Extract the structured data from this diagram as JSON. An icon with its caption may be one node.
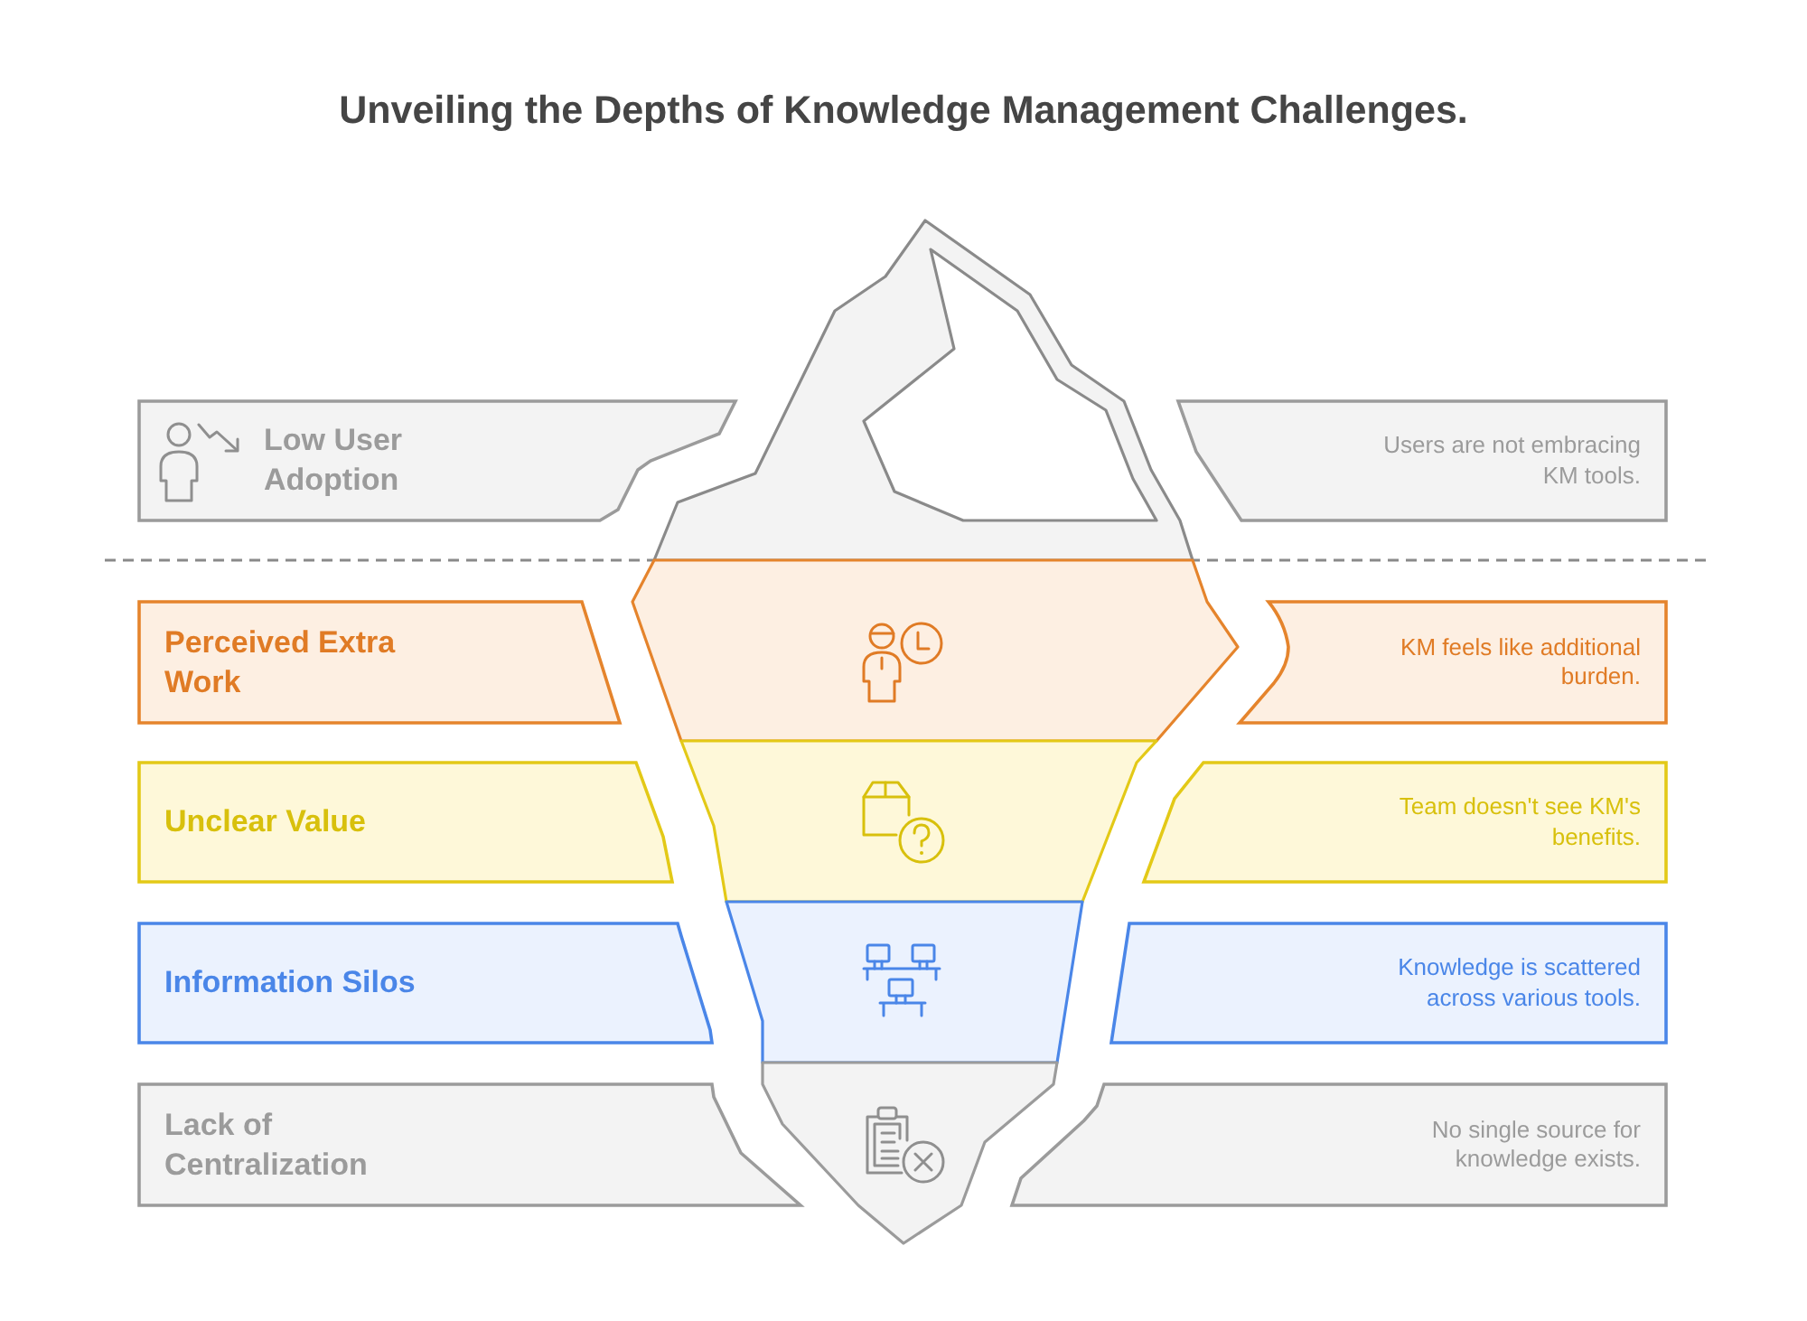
{
  "diagram": {
    "title": "Unveiling the Depths of Knowledge Management Challenges.",
    "nodes": [
      {
        "text": [
          "Low User Adoption"
        ]
      },
      {
        "text": [
          "Users are not embracing KM tools."
        ]
      },
      {
        "text": [
          "Perceived Extra Work"
        ]
      },
      {
        "text": [],
        "shape": "band"
      },
      {
        "text": [
          "KM feels like additional burden."
        ]
      },
      {
        "text": [
          "Unclear Value"
        ]
      },
      {
        "text": [],
        "shape": "band"
      },
      {
        "text": [
          "Team doesn't see KM's benefits."
        ]
      },
      {
        "text": [
          "Information Silos"
        ]
      },
      {
        "text": [],
        "shape": "band"
      },
      {
        "text": [
          "Knowledge is scattered across various tools."
        ]
      },
      {
        "text": [
          "Lack of Centralization"
        ]
      },
      {
        "text": [],
        "shape": "band"
      },
      {
        "text": [
          "No single source for knowledge exists."
        ]
      }
    ]
  }
}
